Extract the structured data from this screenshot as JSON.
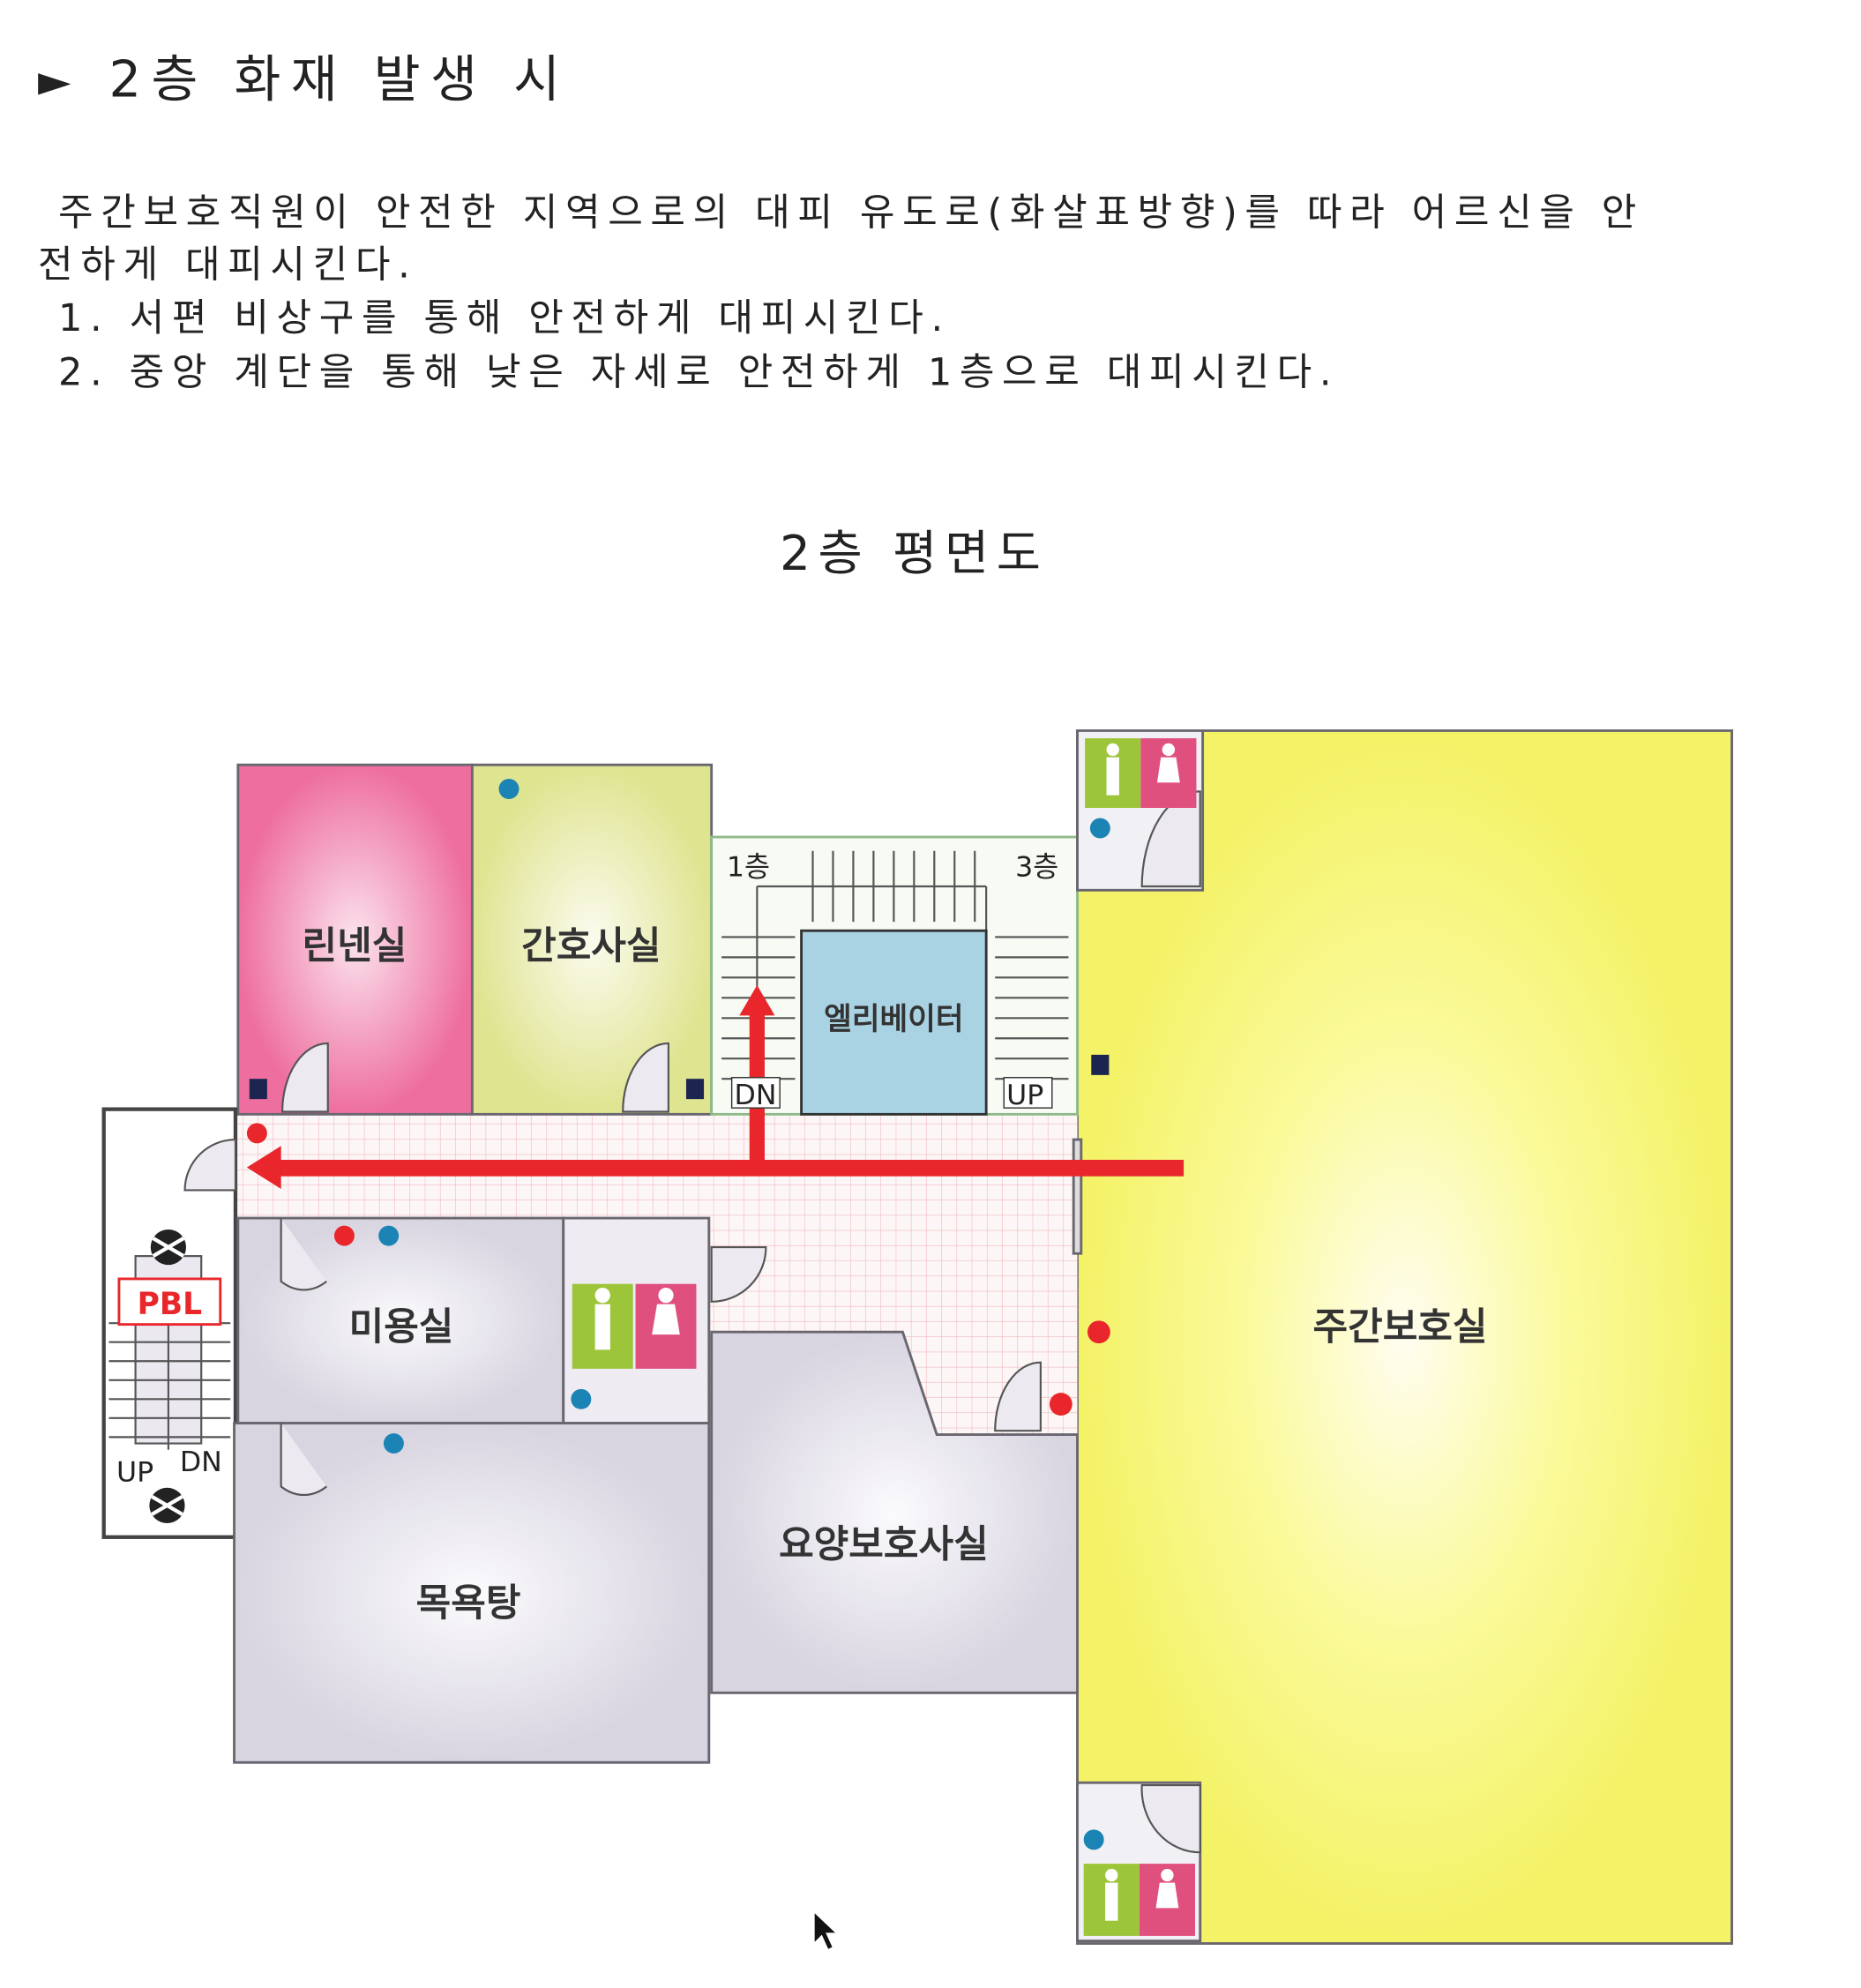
{
  "heading": {
    "marker": "►",
    "text": "2층 화재 발생 시"
  },
  "instructions": {
    "lines": [
      "주간보호직원이 안전한 지역으로의 대피 유도로(화살표방향)를 따라 어르신을 안",
      "전하게 대피시킨다.",
      "1. 서편 비상구를 통해 안전하게 대피시킨다.",
      "2. 중앙 계단을 통해 낮은 자세로 안전하게 1층으로 대피시킨다."
    ]
  },
  "plan": {
    "title": "2층 평면도",
    "rooms": {
      "linen": "린넨실",
      "nurse": "간호사실",
      "elevator": "엘리베이터",
      "beauty": "미용실",
      "bath": "목욕탕",
      "caregiver": "요양보호사실",
      "daycare": "주간보호실"
    },
    "stairs": {
      "floor1": "1층",
      "floor3": "3층",
      "dn": "DN",
      "up": "UP",
      "west_up": "UP",
      "west_dn": "DN",
      "pbl": "PBL"
    },
    "colors": {
      "evacuation_arrow": "#e8262b",
      "linen": "#ee6f9f",
      "nurse": "#e3e89a",
      "daycare": "#f6f46a",
      "elevator": "#a9d3e3",
      "gray_room": "#e0dde6"
    }
  }
}
